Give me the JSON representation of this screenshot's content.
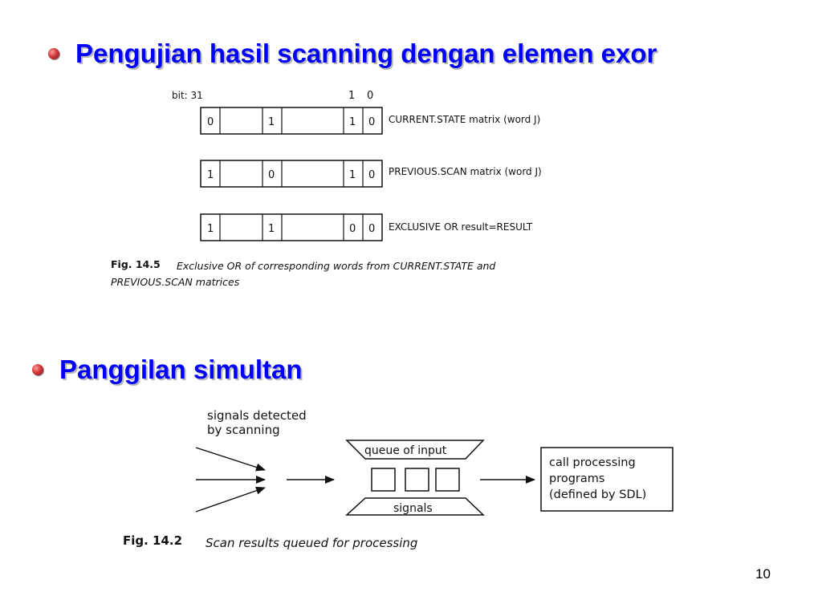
{
  "headings": [
    {
      "text": "Pengujian hasil scanning dengan elemen exor"
    },
    {
      "text": "Panggilan simultan"
    }
  ],
  "fig_exor": {
    "bit_label": "bit: 31",
    "bit_one": "1",
    "bit_zero": "0",
    "rows": [
      {
        "cells": [
          "0",
          "1",
          "1",
          "0"
        ],
        "label": "CURRENT.STATE matrix (word J)"
      },
      {
        "cells": [
          "1",
          "0",
          "1",
          "0"
        ],
        "label": "PREVIOUS.SCAN matrix (word J)"
      },
      {
        "cells": [
          "1",
          "1",
          "0",
          "0"
        ],
        "label": "EXCLUSIVE OR result=RESULT"
      }
    ],
    "caption_number": "Fig. 14.5",
    "caption_line1": "Exclusive OR of corresponding words from CURRENT.STATE and",
    "caption_line2": "PREVIOUS.SCAN matrices"
  },
  "fig_queue": {
    "signals_line1": "signals detected",
    "signals_line2": "by scanning",
    "queue_top": "queue of input",
    "queue_bottom": "signals",
    "box_line1": "call processing",
    "box_line2": "programs",
    "box_line3": "(defined by SDL)",
    "caption_number": "Fig. 14.2",
    "caption_text": "Scan results queued for processing"
  },
  "page_number": "10"
}
